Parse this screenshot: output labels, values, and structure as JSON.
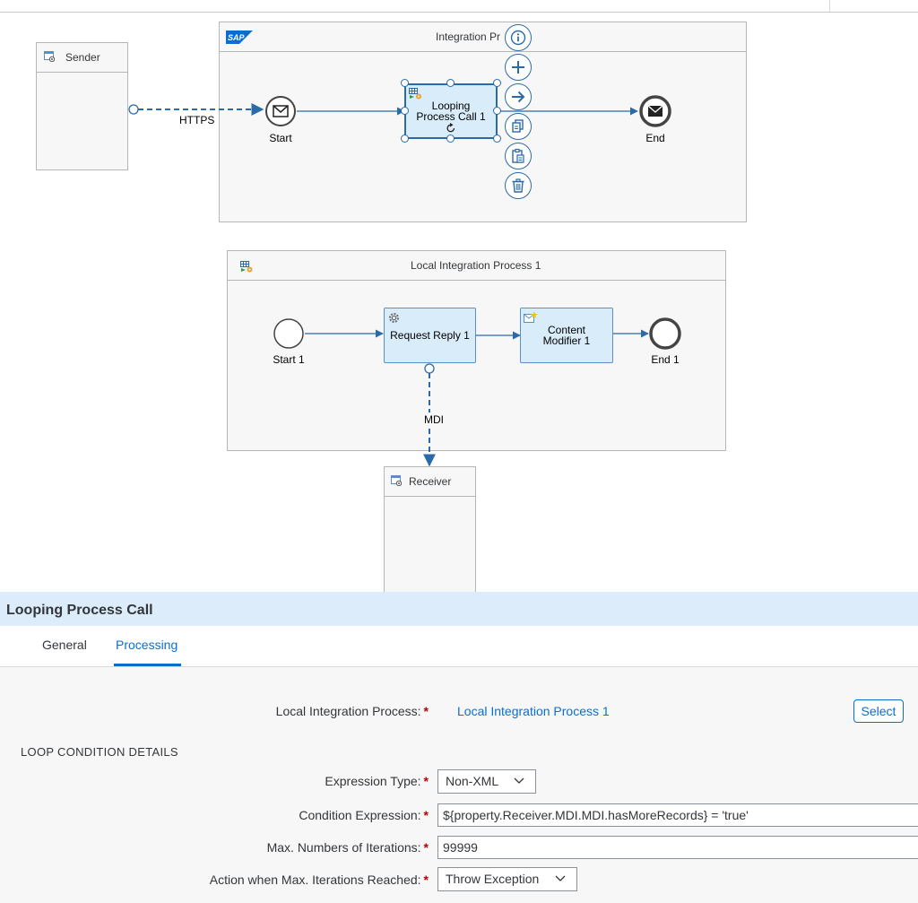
{
  "canvas": {
    "main_process": {
      "title": "Integration Pr"
    },
    "sender": {
      "label": "Sender"
    },
    "receiver": {
      "label": "Receiver"
    },
    "https_label": "HTTPS",
    "mdi_label": "MDI",
    "start_label": "Start",
    "end_label": "End",
    "looping_step": {
      "line1": "Looping",
      "line2": "Process Call 1"
    },
    "context_menu": [
      "info-icon",
      "add-icon",
      "connect-arrow-icon",
      "copy-icon",
      "paste-icon",
      "delete-icon"
    ],
    "local_process": {
      "title": "Local Integration Process 1",
      "start_label": "Start 1",
      "end_label": "End 1",
      "request_reply": "Request Reply 1",
      "content_modifier": {
        "line1": "Content",
        "line2": "Modifier 1"
      }
    },
    "sap_logo_text": "SAP"
  },
  "properties": {
    "title": "Looping Process Call",
    "tabs": [
      {
        "label": "General",
        "active": false
      },
      {
        "label": "Processing",
        "active": true
      }
    ],
    "local_integration_process": {
      "label": "Local Integration Process:",
      "value": "Local Integration Process 1",
      "button": "Select"
    },
    "section_title": "LOOP CONDITION DETAILS",
    "expression_type": {
      "label": "Expression Type:",
      "value": "Non-XML"
    },
    "condition_expression": {
      "label": "Condition Expression:",
      "value": "${property.Receiver.MDI.MDI.hasMoreRecords} = 'true'"
    },
    "max_iterations": {
      "label": "Max. Numbers of Iterations:",
      "value": "99999"
    },
    "max_action": {
      "label": "Action when Max. Iterations Reached:",
      "value": "Throw Exception"
    }
  },
  "colors": {
    "accent": "#0a6ed1",
    "step_fill": "#d9ecfa",
    "header_fill": "#dcecfa",
    "required": "#bb0000"
  }
}
